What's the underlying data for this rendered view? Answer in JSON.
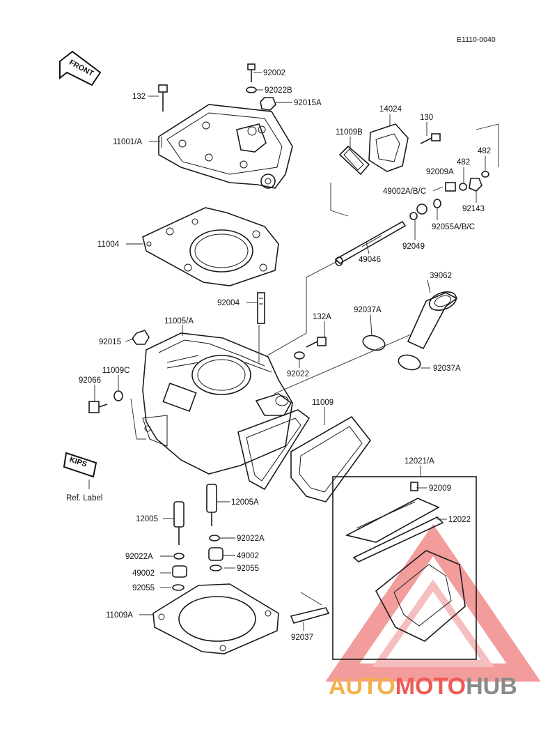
{
  "diagram_code": "E1110-0040",
  "front_label": "FRONT",
  "kips_label": "KIPS",
  "ref_label": "Ref. Label",
  "labels": {
    "p92002": "92002",
    "p92022B": "92022B",
    "p92015A_top": "92015A",
    "p132": "132",
    "p11001A": "11001/A",
    "p14024": "14024",
    "p130": "130",
    "p11009B": "11009B",
    "p482a": "482",
    "p482b": "482",
    "p92009A": "92009A",
    "p49002ABC": "49002A/B/C",
    "p92143": "92143",
    "p92055ABC": "92055A/B/C",
    "p92049": "92049",
    "p11004": "11004",
    "p49046": "49046",
    "p39062": "39062",
    "p92004": "92004",
    "p132A": "132A",
    "p92037A_top": "92037A",
    "p11005A": "11005/A",
    "p92015": "92015",
    "p92022_mid": "92022",
    "p92037A_bot": "92037A",
    "p11009C": "11009C",
    "p92066": "92066",
    "p11009": "11009",
    "p12021A": "12021/A",
    "p92009": "92009",
    "p12022": "12022",
    "p12005A": "12005A",
    "p12005": "12005",
    "p92022A_r": "92022A",
    "p92022A_l": "92022A",
    "p49002_r": "49002",
    "p92055_r": "92055",
    "p49002_l": "49002",
    "p92055_l": "92055",
    "p11009A": "11009A",
    "p92037": "92037"
  },
  "watermark": {
    "auto": "AUTO",
    "moto": "MOTO",
    "hub": "HUB",
    "color_auto": "#f2b24a",
    "color_moto": "#ee5a55",
    "color_hub": "#8a8a8a",
    "triangle_color": "#e84c4c"
  }
}
